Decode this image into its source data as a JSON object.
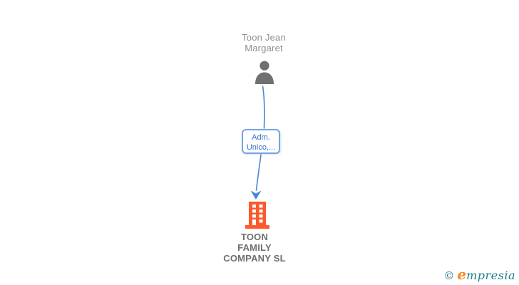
{
  "colors": {
    "page_bg": "#ffffff",
    "node_text_gray": "#8f8f8f",
    "company_text_gray": "#6e6e6e",
    "person_icon_gray": "#707070",
    "edge_blue": "#4a86d8",
    "box_border_blue": "#74a5e2",
    "box_text_blue": "#3a74c9",
    "building_orange": "#fb5a2d",
    "logo_teal": "#1e7a8c",
    "logo_orange": "#f6881f"
  },
  "diagram": {
    "person": {
      "name": "Toon Jean Margaret",
      "lines": [
        "Toon Jean",
        "Margaret"
      ],
      "icon": "person-icon"
    },
    "relationship": {
      "label": "Adm. Unico,...",
      "lines": [
        "Adm.",
        "Unico,..."
      ]
    },
    "company": {
      "name": "TOON FAMILY COMPANY SL",
      "lines": [
        "TOON",
        "FAMILY",
        "COMPANY SL"
      ],
      "icon": "building-icon"
    }
  },
  "footer": {
    "copyright": "©",
    "brand": "empresia",
    "brand_initial": "e",
    "brand_rest": "mpresia"
  }
}
